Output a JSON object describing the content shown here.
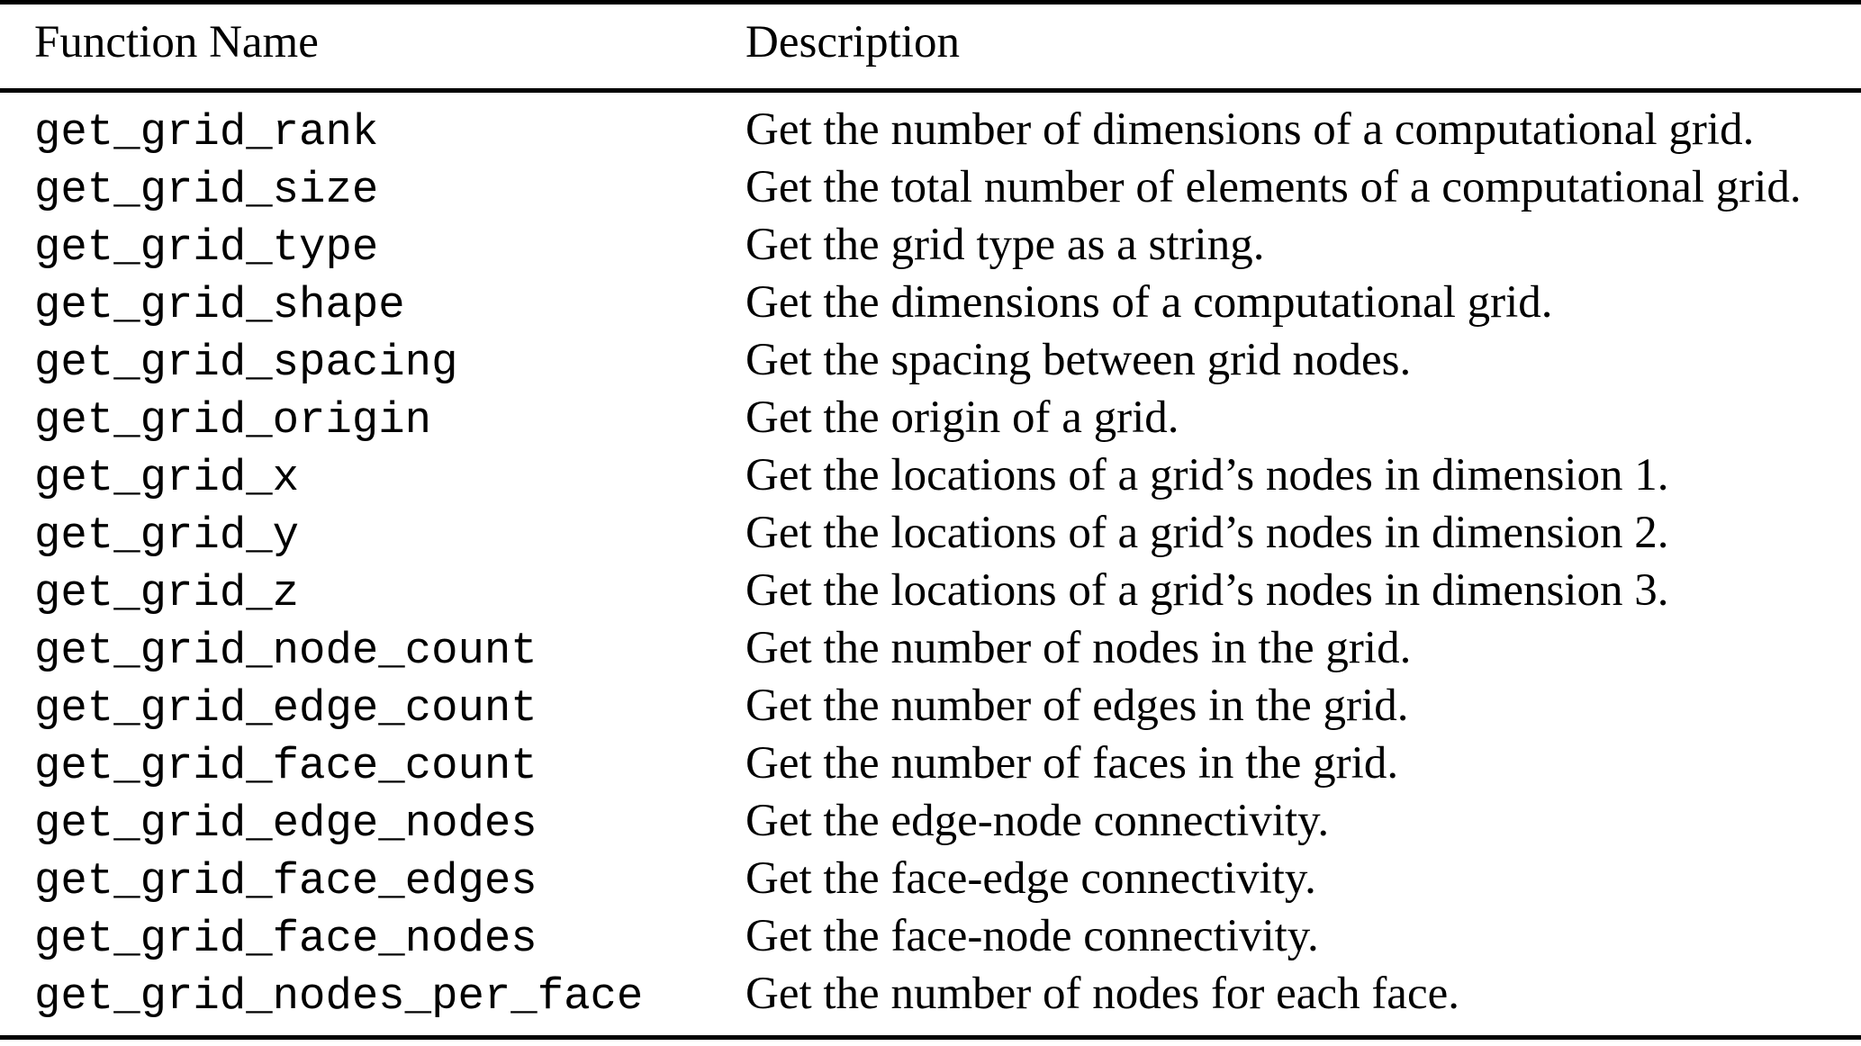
{
  "table": {
    "header": {
      "function_column": "Function Name",
      "description_column": "Description"
    },
    "rows": [
      {
        "function": "get_grid_rank",
        "description": "Get the number of dimensions of a computational grid."
      },
      {
        "function": "get_grid_size",
        "description": "Get the total number of elements of a computational grid."
      },
      {
        "function": "get_grid_type",
        "description": "Get the grid type as a string."
      },
      {
        "function": "get_grid_shape",
        "description": "Get the dimensions of a computational grid."
      },
      {
        "function": "get_grid_spacing",
        "description": "Get the spacing between grid nodes."
      },
      {
        "function": "get_grid_origin",
        "description": "Get the origin of a grid."
      },
      {
        "function": "get_grid_x",
        "description": "Get the locations of a grid’s nodes in dimension 1."
      },
      {
        "function": "get_grid_y",
        "description": "Get the locations of a grid’s nodes in dimension 2."
      },
      {
        "function": "get_grid_z",
        "description": "Get the locations of a grid’s nodes in dimension 3."
      },
      {
        "function": "get_grid_node_count",
        "description": "Get the number of nodes in the grid."
      },
      {
        "function": "get_grid_edge_count",
        "description": "Get the number of edges in the grid."
      },
      {
        "function": "get_grid_face_count",
        "description": "Get the number of faces in the grid."
      },
      {
        "function": "get_grid_edge_nodes",
        "description": "Get the edge-node connectivity."
      },
      {
        "function": "get_grid_face_edges",
        "description": "Get the face-edge connectivity."
      },
      {
        "function": "get_grid_face_nodes",
        "description": "Get the face-node connectivity."
      },
      {
        "function": "get_grid_nodes_per_face",
        "description": "Get the number of nodes for each face."
      }
    ]
  },
  "colors": {
    "background": "#ffffff",
    "text": "#000000",
    "rule": "#000000"
  }
}
